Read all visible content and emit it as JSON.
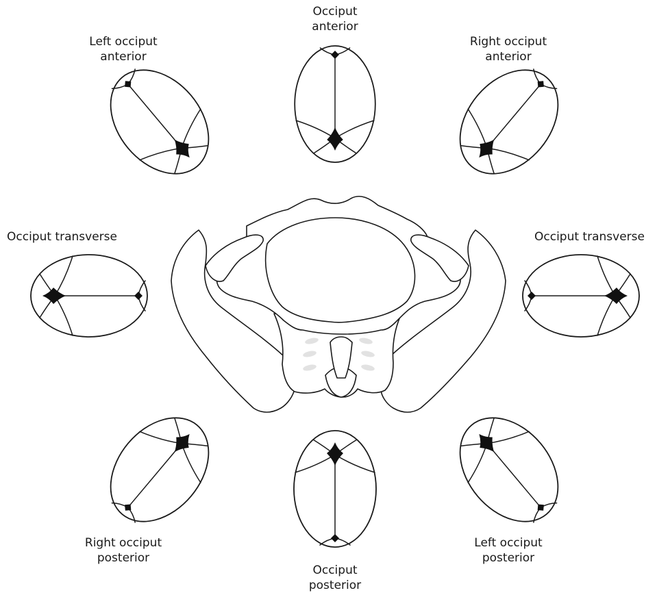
{
  "positions": [
    {
      "id": "oa",
      "label_lines": [
        "Occiput",
        "anterior"
      ]
    },
    {
      "id": "loa",
      "label_lines": [
        "Left occiput",
        "anterior"
      ]
    },
    {
      "id": "roa",
      "label_lines": [
        "Right occiput",
        "anterior"
      ]
    },
    {
      "id": "lot",
      "label_lines": [
        "Occiput transverse"
      ]
    },
    {
      "id": "rot",
      "label_lines": [
        "Occiput transverse"
      ]
    },
    {
      "id": "rop",
      "label_lines": [
        "Right occiput",
        "posterior"
      ]
    },
    {
      "id": "op",
      "label_lines": [
        "Occiput",
        "posterior"
      ]
    },
    {
      "id": "lop",
      "label_lines": [
        "Left occiput",
        "posterior"
      ]
    }
  ],
  "colors": {
    "line": "#1a1a1a",
    "fontanelle": "#111111",
    "sacral_foramina": "#e2e2e2",
    "background": "#ffffff"
  }
}
